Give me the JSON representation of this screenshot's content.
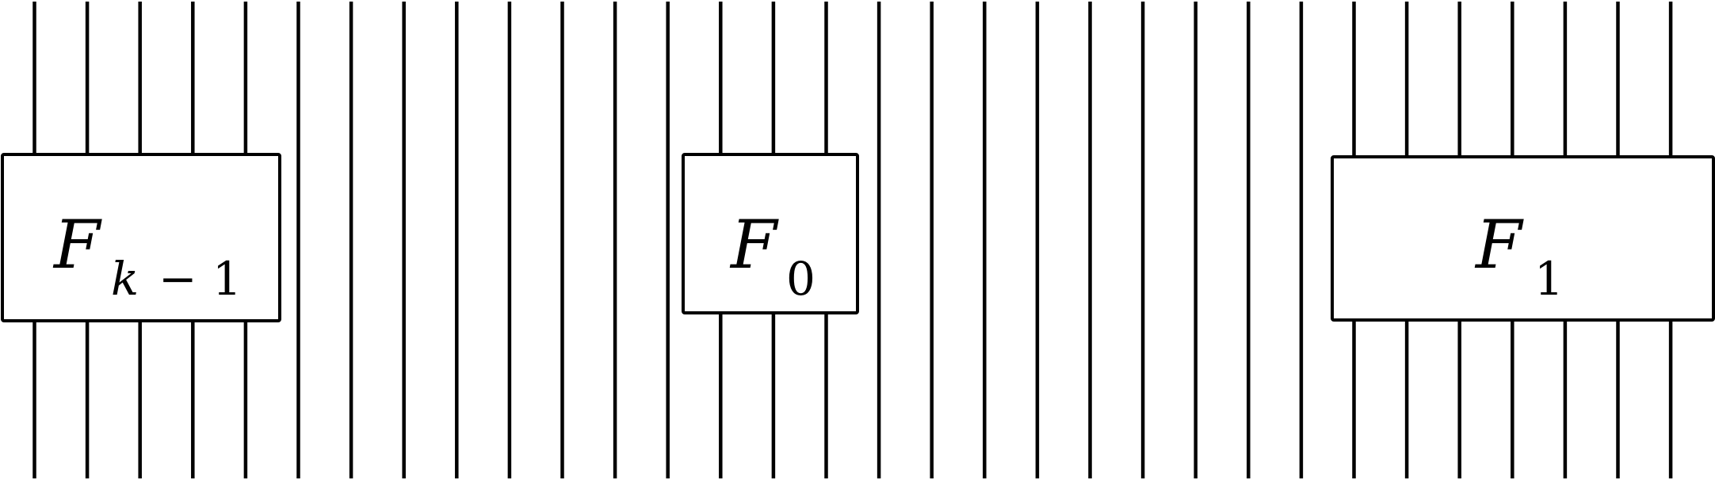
{
  "diagram": {
    "boxes": [
      {
        "id": "f-k-minus-1",
        "base": "F",
        "sub": "k",
        "sub_op": "−",
        "sub_num": "1"
      },
      {
        "id": "f-0",
        "base": "F",
        "sub": "0"
      },
      {
        "id": "f-1",
        "base": "F",
        "sub": "1"
      }
    ]
  }
}
